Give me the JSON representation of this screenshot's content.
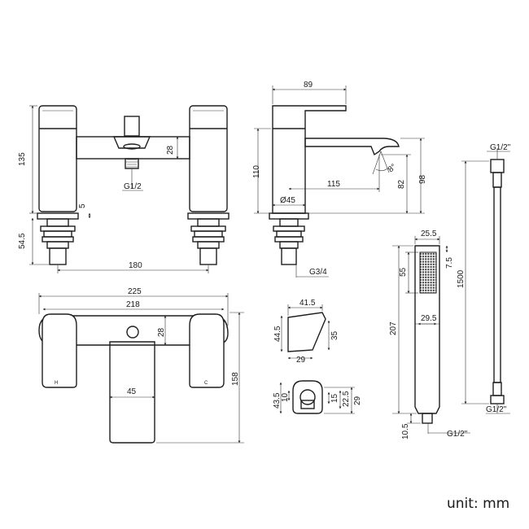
{
  "unit_label": "unit: mm",
  "bath_filler_front": {
    "height_135": "135",
    "spout_28": "28",
    "thread_5": "5",
    "base_54_5": "54.5",
    "outlet_g12": "G1/2",
    "centres_180": "180"
  },
  "bath_filler_side": {
    "depth_89": "89",
    "height_110": "110",
    "reach_115": "115",
    "spout_82": "82",
    "overall_98": "98",
    "angle_8": "8°",
    "body_dia_45": "Ø45",
    "inlet_g34": "G3/4"
  },
  "bath_filler_top": {
    "width_225": "225",
    "width_218": "218",
    "spout_28": "28",
    "depth_158": "158",
    "spout_width_45": "45",
    "hot_mark": "H",
    "cold_mark": "C"
  },
  "holder_side": {
    "width_41_5": "41.5",
    "height_44_5": "44.5",
    "depth_35": "35",
    "base_29": "29"
  },
  "holder_front": {
    "height_43_5": "43.5",
    "inner_10": "10",
    "inner_15": "15",
    "inner_22_5": "22.5",
    "width_29": "29"
  },
  "handset": {
    "width_25_5": "25.5",
    "head_7_5": "7.5",
    "head_55": "55",
    "length_207": "207",
    "neck_29_5": "29.5",
    "tail_10_5": "10.5",
    "thread_g12": "G1/2\""
  },
  "hose": {
    "top_thread": "G1/2\"",
    "length_1500": "1500",
    "bottom_thread": "G1/2\""
  }
}
